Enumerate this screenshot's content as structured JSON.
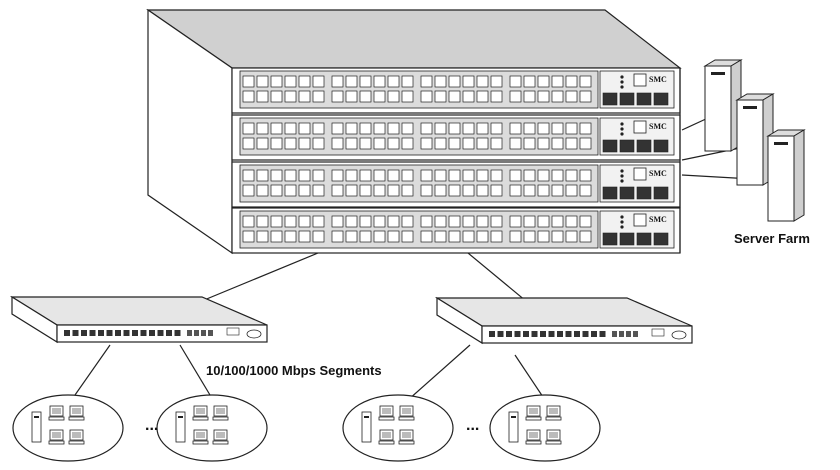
{
  "labels": {
    "server_farm": "Server Farm",
    "segments": "10/100/1000 Mbps Segments",
    "ellipsis_left": "...",
    "ellipsis_right": "..."
  },
  "brand_text": "SMC",
  "colors": {
    "chassis_top": "#c8c8c8",
    "chassis_face": "#ffffff",
    "panel": "#dcdcdc",
    "port": "#ffffff",
    "line": "#222222"
  },
  "switches": [
    {
      "id": "core-switch-1"
    },
    {
      "id": "core-switch-2"
    },
    {
      "id": "core-switch-3"
    },
    {
      "id": "core-switch-4"
    }
  ],
  "edge_switches": [
    {
      "id": "edge-switch-left"
    },
    {
      "id": "edge-switch-right"
    }
  ],
  "workgroups": [
    {
      "id": "workgroup-1"
    },
    {
      "id": "workgroup-2"
    },
    {
      "id": "workgroup-3"
    },
    {
      "id": "workgroup-4"
    }
  ],
  "servers": [
    {
      "id": "server-1"
    },
    {
      "id": "server-2"
    },
    {
      "id": "server-3"
    }
  ]
}
